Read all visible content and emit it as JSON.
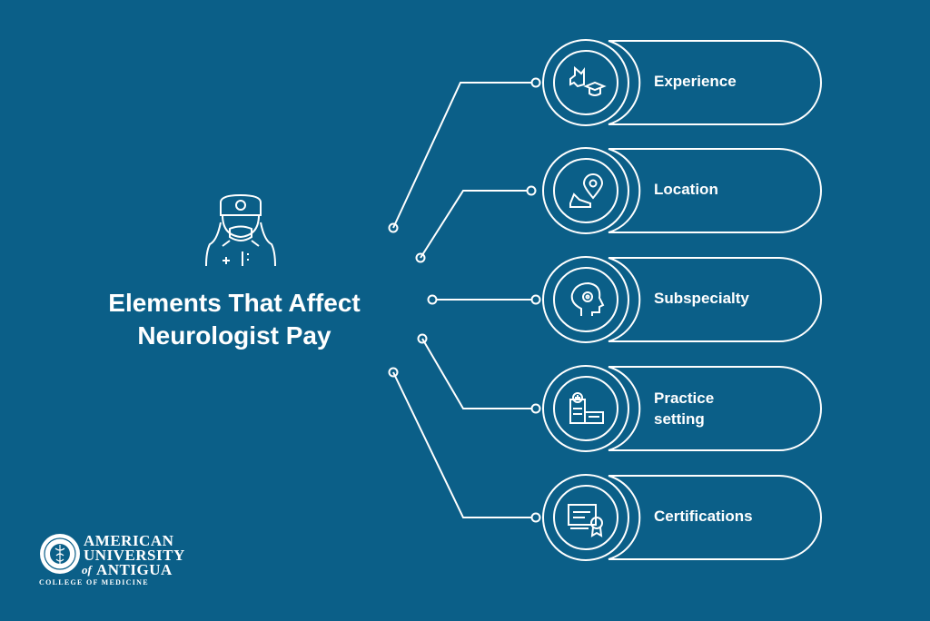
{
  "title": {
    "line1": "Elements That Affect",
    "line2": "Neurologist Pay"
  },
  "colors": {
    "background": "#0b5f88",
    "foreground": "#ffffff"
  },
  "factors": [
    {
      "label": "Experience",
      "icon": "experience-graduation-icon"
    },
    {
      "label": "Location",
      "icon": "location-pin-icon"
    },
    {
      "label": "Subspecialty",
      "icon": "brain-gear-head-icon"
    },
    {
      "label": "Practice setting",
      "label_line1": "Practice",
      "label_line2": "setting",
      "icon": "hospital-building-icon"
    },
    {
      "label": "Certifications",
      "icon": "certificate-icon"
    }
  ],
  "logo": {
    "line1": "AMERICAN",
    "line2": "UNIVERSITY",
    "line3_prefix": "of",
    "line3": "ANTIGUA",
    "line4": "COLLEGE OF MEDICINE"
  }
}
